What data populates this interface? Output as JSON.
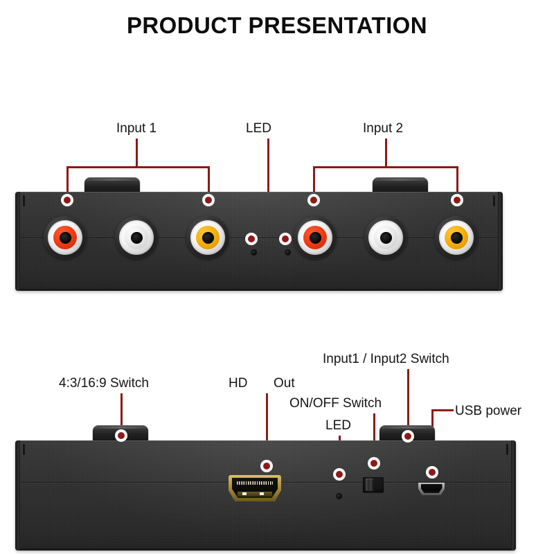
{
  "page": {
    "title": "PRODUCT PRESENTATION",
    "accent_color": "#8d1a17",
    "text_color": "#141414",
    "background_color": "#ffffff",
    "device_body_color": "#2f2f2f"
  },
  "top_device": {
    "name": "front-panel-rca-inputs",
    "callouts": [
      {
        "id": "input-1",
        "label": "Input 1"
      },
      {
        "id": "led",
        "label": "LED"
      },
      {
        "id": "input-2",
        "label": "Input 2"
      }
    ],
    "ports": [
      {
        "id": "input1-rca-red",
        "type": "rca-jack",
        "color": "red",
        "color_hex": "#f03a12"
      },
      {
        "id": "input1-rca-white",
        "type": "rca-jack",
        "color": "white",
        "color_hex": "#e8e8e8"
      },
      {
        "id": "input1-rca-yellow",
        "type": "rca-jack",
        "color": "yellow",
        "color_hex": "#f5ae09"
      },
      {
        "id": "led-indicator-1",
        "type": "led-pinhole",
        "color": "black",
        "color_hex": "#0b0b0b"
      },
      {
        "id": "led-indicator-2",
        "type": "led-pinhole",
        "color": "black",
        "color_hex": "#0b0b0b"
      },
      {
        "id": "input2-rca-red",
        "type": "rca-jack",
        "color": "red",
        "color_hex": "#f03a12"
      },
      {
        "id": "input2-rca-white",
        "type": "rca-jack",
        "color": "white",
        "color_hex": "#e8e8e8"
      },
      {
        "id": "input2-rca-yellow",
        "type": "rca-jack",
        "color": "yellow",
        "color_hex": "#f5ae09"
      }
    ]
  },
  "bottom_device": {
    "name": "rear-panel-outputs",
    "callouts": [
      {
        "id": "aspect-ratio-switch",
        "label": "4:3/16:9 Switch"
      },
      {
        "id": "hd",
        "label": "HD"
      },
      {
        "id": "out",
        "label": "Out"
      },
      {
        "id": "input-select-switch",
        "label": "Input1 / Input2 Switch"
      },
      {
        "id": "on-off-switch",
        "label": "ON/OFF Switch"
      },
      {
        "id": "led",
        "label": "LED"
      },
      {
        "id": "usb-power",
        "label": "USB power"
      }
    ],
    "ports": [
      {
        "id": "hdmi-out",
        "type": "hdmi-port",
        "color": "gold",
        "color_hex": "#b99e45"
      },
      {
        "id": "led-indicator",
        "type": "led-pinhole",
        "color": "black",
        "color_hex": "#0b0b0b"
      },
      {
        "id": "power-slide-switch",
        "type": "slide-switch",
        "color": "black",
        "color_hex": "#1d1d1d"
      },
      {
        "id": "micro-usb-power",
        "type": "micro-usb-port",
        "color": "silver",
        "color_hex": "#8e8e8e"
      },
      {
        "id": "aspect-knob",
        "type": "knob",
        "color": "black",
        "color_hex": "#202020"
      },
      {
        "id": "input-select-knob",
        "type": "knob",
        "color": "black",
        "color_hex": "#202020"
      }
    ]
  }
}
